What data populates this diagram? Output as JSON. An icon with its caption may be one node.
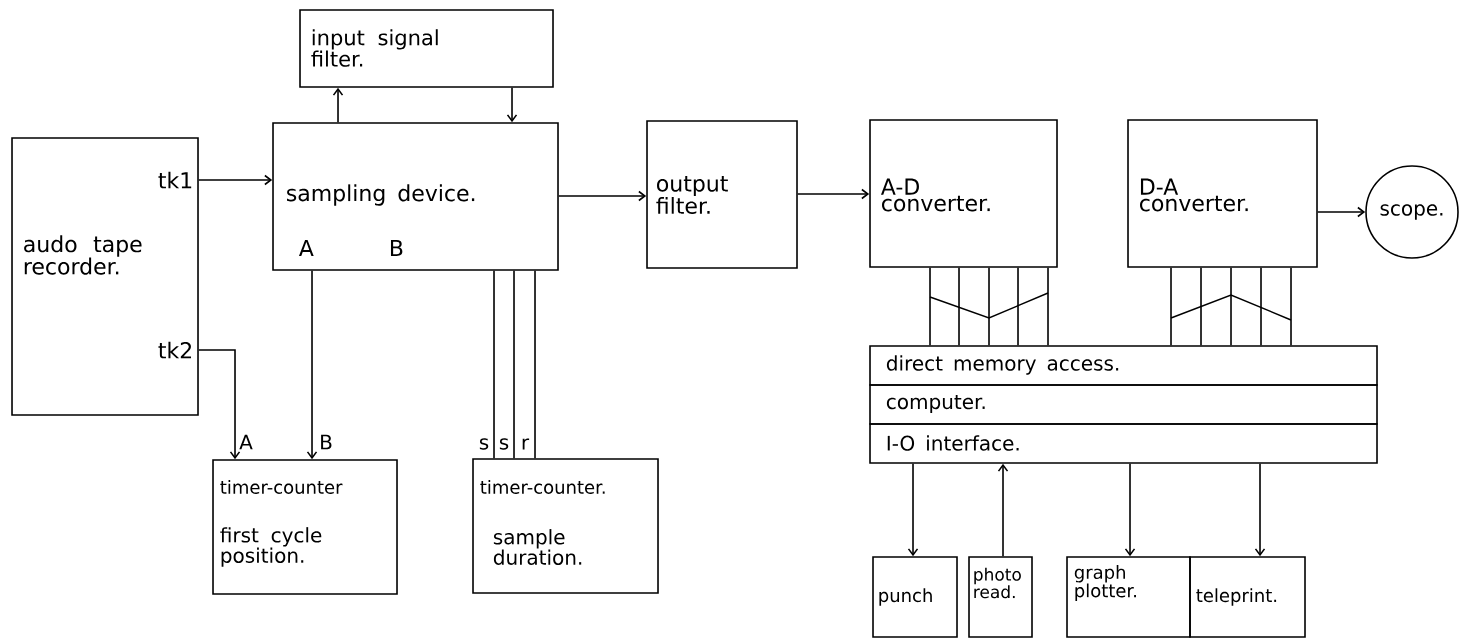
{
  "diagram": {
    "nodes": [
      {
        "text": [
          "tk1",
          "audo tape recorder.",
          "tk2"
        ]
      },
      {
        "text": [
          "input signal filter."
        ]
      },
      {
        "text": [
          "sampling device.",
          "A",
          "B"
        ]
      },
      {
        "text": [
          "output filter."
        ]
      },
      {
        "text": [
          "A-D converter."
        ]
      },
      {
        "text": [
          "D-A converter."
        ]
      },
      {
        "text": [
          "scope."
        ]
      },
      {
        "text": [
          "direct memory access."
        ]
      },
      {
        "text": [
          "computer."
        ]
      },
      {
        "text": [
          "I-O interface."
        ]
      },
      {
        "text": [
          "timer-counter",
          "first cycle position."
        ]
      },
      {
        "text": [
          "timer-counter.",
          "sample duration."
        ]
      },
      {
        "text": [
          "punch"
        ]
      },
      {
        "text": [
          "photo read."
        ]
      },
      {
        "text": [
          "graph plotter."
        ]
      },
      {
        "text": [
          "teleprint."
        ]
      }
    ],
    "edges": [
      {
        "from": 0,
        "to": 2,
        "arrow": "to"
      },
      {
        "from": 2,
        "to": 1,
        "arrow": "to"
      },
      {
        "from": 1,
        "to": 2,
        "arrow": "to"
      },
      {
        "from": 2,
        "to": 3,
        "arrow": "to"
      },
      {
        "from": 3,
        "to": 4,
        "arrow": "to"
      },
      {
        "from": 5,
        "to": 6,
        "arrow": "to"
      },
      {
        "from": 0,
        "to": 10,
        "arrow": "to"
      },
      {
        "from": 2,
        "to": 10,
        "arrow": "to"
      },
      {
        "from": 2,
        "to": 11,
        "arrow": "none"
      },
      {
        "from": 2,
        "to": 11,
        "arrow": "none"
      },
      {
        "from": 2,
        "to": 11,
        "arrow": "none"
      },
      {
        "from": 4,
        "to": 7,
        "arrow": "none"
      },
      {
        "from": 4,
        "to": 7,
        "arrow": "none"
      },
      {
        "from": 4,
        "to": 7,
        "arrow": "none"
      },
      {
        "from": 4,
        "to": 7,
        "arrow": "none"
      },
      {
        "from": 4,
        "to": 7,
        "arrow": "none"
      },
      {
        "from": 5,
        "to": 7,
        "arrow": "none"
      },
      {
        "from": 5,
        "to": 7,
        "arrow": "none"
      },
      {
        "from": 5,
        "to": 7,
        "arrow": "none"
      },
      {
        "from": 5,
        "to": 7,
        "arrow": "none"
      },
      {
        "from": 5,
        "to": 7,
        "arrow": "none"
      },
      {
        "from": 9,
        "to": 12,
        "arrow": "to"
      },
      {
        "from": 13,
        "to": 9,
        "arrow": "to"
      },
      {
        "from": 9,
        "to": 14,
        "arrow": "to"
      },
      {
        "from": 9,
        "to": 15,
        "arrow": "to"
      }
    ],
    "labels": [
      "A",
      "B",
      "s",
      "s",
      "r"
    ]
  }
}
